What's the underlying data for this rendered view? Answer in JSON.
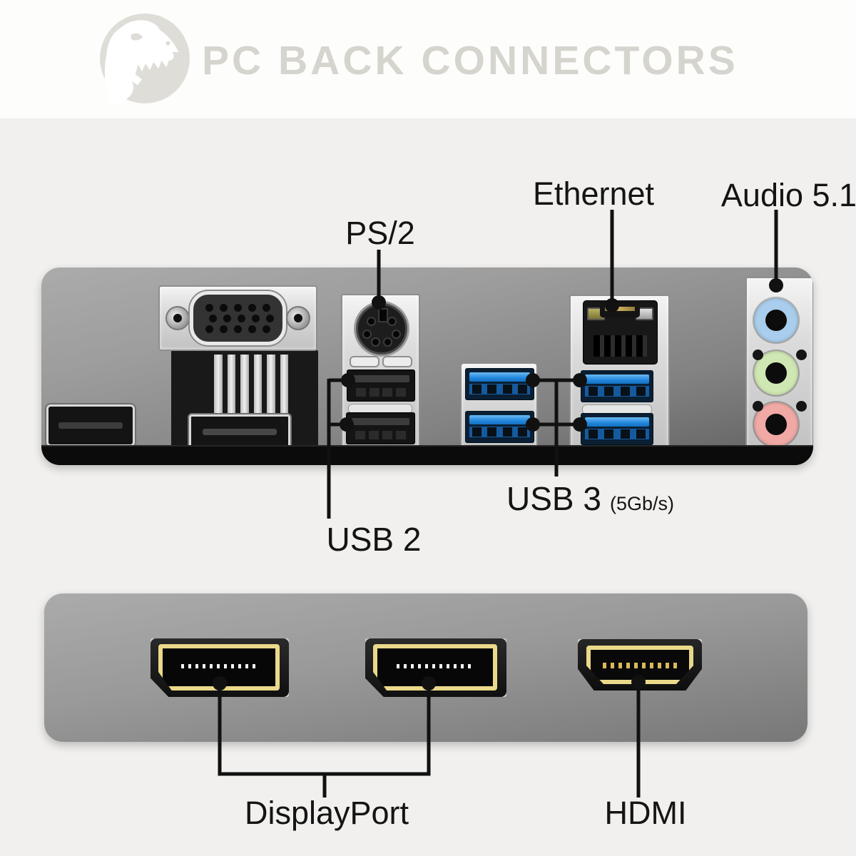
{
  "header": {
    "title": "PC BACK CONNECTORS",
    "logo": "dinosaur-logo"
  },
  "labels": {
    "ps2": "PS/2",
    "ethernet": "Ethernet",
    "audio": "Audio 5.1",
    "usb2": "USB 2",
    "usb3": "USB 3",
    "usb3_speed": "(5Gb/s)",
    "displayport": "DisplayPort",
    "hdmi": "HDMI"
  },
  "colors": {
    "background": "#f1f0ee",
    "title": "#d6d4ce",
    "line": "#111111",
    "usb3_blue": "#2187dd",
    "audio_line_in_blue": "#a9cdec",
    "audio_line_out_green": "#cfe7b2",
    "audio_mic_pink": "#f0a9a4",
    "gold": "#ead98a",
    "pcb_black": "#0b0b0b"
  }
}
